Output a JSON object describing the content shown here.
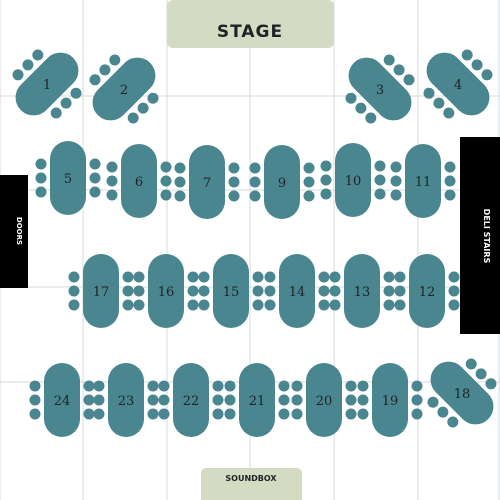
{
  "stage": {
    "label": "STAGE"
  },
  "soundbox": {
    "label": "SOUNDBOX"
  },
  "doors": {
    "label": "DOORS"
  },
  "deli_stairs": {
    "label": "DELI STAIRS"
  },
  "colors": {
    "table": "#4a8690",
    "stage": "#d3dcc2",
    "grid": "#d6dadc",
    "wall": "#000000",
    "text": "#1e2326"
  },
  "tables": [
    {
      "number": "1"
    },
    {
      "number": "2"
    },
    {
      "number": "3"
    },
    {
      "number": "4"
    },
    {
      "number": "5"
    },
    {
      "number": "6"
    },
    {
      "number": "7"
    },
    {
      "number": "9"
    },
    {
      "number": "10"
    },
    {
      "number": "11"
    },
    {
      "number": "17"
    },
    {
      "number": "16"
    },
    {
      "number": "15"
    },
    {
      "number": "14"
    },
    {
      "number": "13"
    },
    {
      "number": "12"
    },
    {
      "number": "24"
    },
    {
      "number": "23"
    },
    {
      "number": "22"
    },
    {
      "number": "21"
    },
    {
      "number": "20"
    },
    {
      "number": "19"
    },
    {
      "number": "18"
    }
  ]
}
